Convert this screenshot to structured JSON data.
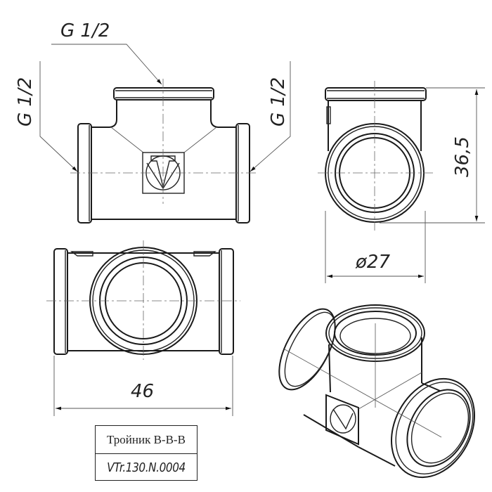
{
  "drawing": {
    "type": "technical-drawing",
    "subject": "pipe tee fitting",
    "line_color": "#1a1a1a",
    "background": "#ffffff"
  },
  "front_view": {
    "thread_labels": {
      "top": "G 1/2",
      "left": "G 1/2",
      "right": "G 1/2"
    },
    "logo_icon": "valtec-triangle-logo-icon"
  },
  "side_view": {
    "dimensions": {
      "height": "36,5",
      "diameter": "ø27"
    }
  },
  "top_view": {
    "dimensions": {
      "length": "46"
    }
  },
  "isometric_view": {
    "logo_icon": "valtec-triangle-logo-icon"
  },
  "title_block": {
    "name": "Тройник В-В-В",
    "code": "VTr.130.N.0004"
  }
}
